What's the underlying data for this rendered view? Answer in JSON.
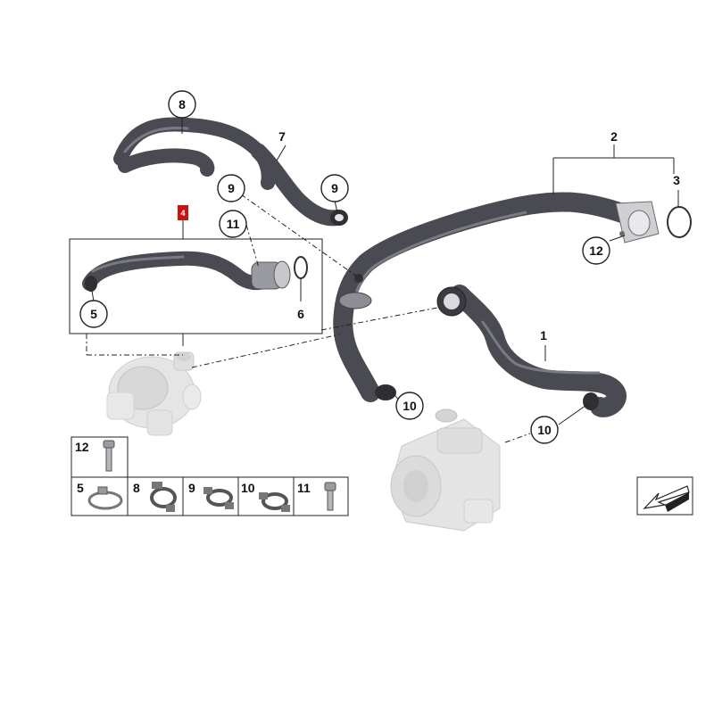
{
  "diagram": {
    "callouts": {
      "c8": "8",
      "c7": "7",
      "c9a": "9",
      "c9b": "9",
      "c11": "11",
      "c4": "4",
      "c5": "5",
      "c6": "6",
      "c2": "2",
      "c3": "3",
      "c12": "12",
      "c1": "1",
      "c10a": "10",
      "c10b": "10"
    },
    "legend": {
      "top": [
        "12"
      ],
      "row": [
        "5",
        "8",
        "9",
        "10",
        "11"
      ]
    }
  },
  "colors": {
    "hose": "#4a4a52",
    "hose_highlight": "#7a7a84",
    "part_gray": "#d9d9d9",
    "tag_red": "#cc1111",
    "line": "#222222"
  }
}
